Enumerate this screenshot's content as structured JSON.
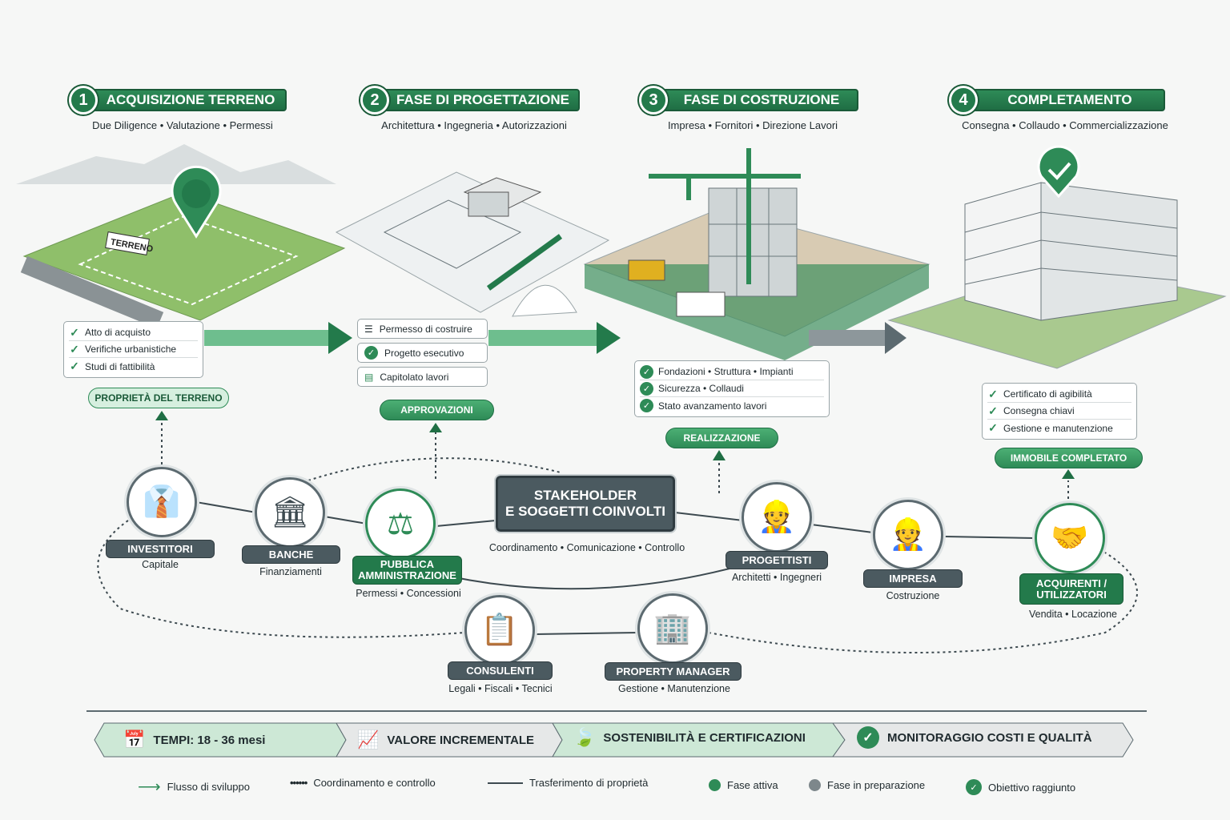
{
  "phases": [
    {
      "num": "1",
      "title": "ACQUISIZIONE TERRENO",
      "subtitle": "Due Diligence  •  Valutazione  •  Permessi"
    },
    {
      "num": "2",
      "title": "FASE DI PROGETTAZIONE",
      "subtitle": "Architettura  •  Ingegneria  •  Autorizzazioni"
    },
    {
      "num": "3",
      "title": "FASE DI COSTRUZIONE",
      "subtitle": "Impresa  •  Fornitori  •  Direzione Lavori"
    },
    {
      "num": "4",
      "title": "COMPLETAMENTO",
      "subtitle": "Consegna  •  Collaudo  •  Commercializzazione"
    }
  ],
  "illustrations": {
    "land_sign": "TERRENO"
  },
  "phase1": {
    "checklist": [
      "Atto di acquisto",
      "Verifiche urbanistiche",
      "Studi di fattibilità"
    ],
    "badge": "PROPRIETÀ DEL TERRENO"
  },
  "phase2": {
    "docs": [
      "Permesso di costruire",
      "Progetto esecutivo",
      "Capitolato lavori"
    ],
    "badge": "APPROVAZIONI"
  },
  "phase3": {
    "checklist": [
      "Fondazioni  •  Struttura  •  Impianti",
      "Sicurezza  •  Collaudi",
      "Stato avanzamento lavori"
    ],
    "badge": "REALIZZAZIONE"
  },
  "phase4": {
    "checklist": [
      "Certificato di agibilità",
      "Consegna chiavi",
      "Gestione e manutenzione"
    ],
    "badge": "IMMOBILE COMPLETATO"
  },
  "center": {
    "line1": "STAKEHOLDER",
    "line2": "E SOGGETTI COINVOLTI",
    "subtitle": "Coordinamento  •  Comunicazione  •  Controllo"
  },
  "stakeholders": [
    {
      "label": "INVESTITORI",
      "caption": "Capitale",
      "icon": "businessman-icon"
    },
    {
      "label": "BANCHE",
      "caption": "Finanziamenti",
      "icon": "bank-icon"
    },
    {
      "label": "PUBBLICA AMMINISTRAZIONE",
      "caption": "Permessi  •  Concessioni",
      "icon": "scales-icon"
    },
    {
      "label": "PROGETTISTI",
      "caption": "Architetti  •  Ingegneri",
      "icon": "architect-icon"
    },
    {
      "label": "IMPRESA",
      "caption": "Costruzione",
      "icon": "worker-icon"
    },
    {
      "label": "ACQUIRENTI / UTILIZZATORI",
      "caption": "Vendita  •  Locazione",
      "icon": "handshake-icon"
    },
    {
      "label": "CONSULENTI",
      "caption": "Legali  •  Fiscali  •  Tecnici",
      "icon": "clipboard-icon"
    },
    {
      "label": "PROPERTY MANAGER",
      "caption": "Gestione  •  Manutenzione",
      "icon": "building-icon"
    }
  ],
  "bottom_bar": [
    "TEMPI: 18 - 36 mesi",
    "VALORE INCREMENTALE",
    "SOSTENIBILITÀ E CERTIFICAZIONI",
    "MONITORAGGIO COSTI E QUALITÀ"
  ],
  "legend": [
    "Flusso di sviluppo",
    "Coordinamento e controllo",
    "Trasferimento di proprietà",
    "Fase attiva",
    "Fase in preparazione",
    "Obiettivo raggiunto"
  ],
  "colors": {
    "green": "#2e8b57",
    "dark_green": "#1f6e44",
    "slate": "#4b5a60",
    "gray": "#7d878b"
  }
}
